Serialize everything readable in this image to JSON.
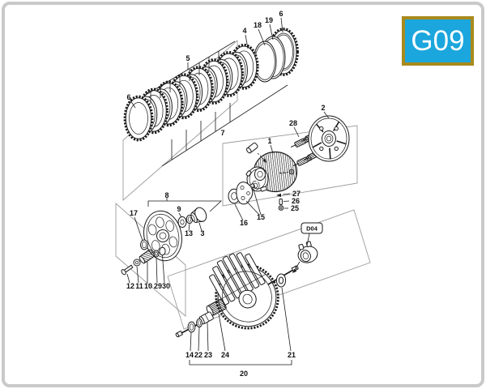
{
  "page_code": {
    "value": "G09"
  },
  "diagram": {
    "cross_ref": {
      "value": "D04"
    },
    "labels": {
      "p6_ring_gear": "6",
      "p19": "19",
      "p18": "18",
      "p4": "4",
      "p5": "5",
      "p6_disc": "6",
      "p7": "7",
      "p2": "2",
      "p28": "28",
      "p1": "1",
      "p27": "27",
      "p26": "26",
      "p25": "25",
      "p15": "15",
      "p16": "16",
      "p8": "8",
      "p9": "9",
      "p17": "17",
      "p13": "13",
      "p3": "3",
      "p12": "12",
      "p11": "11",
      "p10": "10",
      "p29": "29",
      "p30": "30",
      "p14": "14",
      "p22": "22",
      "p23": "23",
      "p24": "24",
      "p21": "21",
      "p20": "20"
    }
  }
}
